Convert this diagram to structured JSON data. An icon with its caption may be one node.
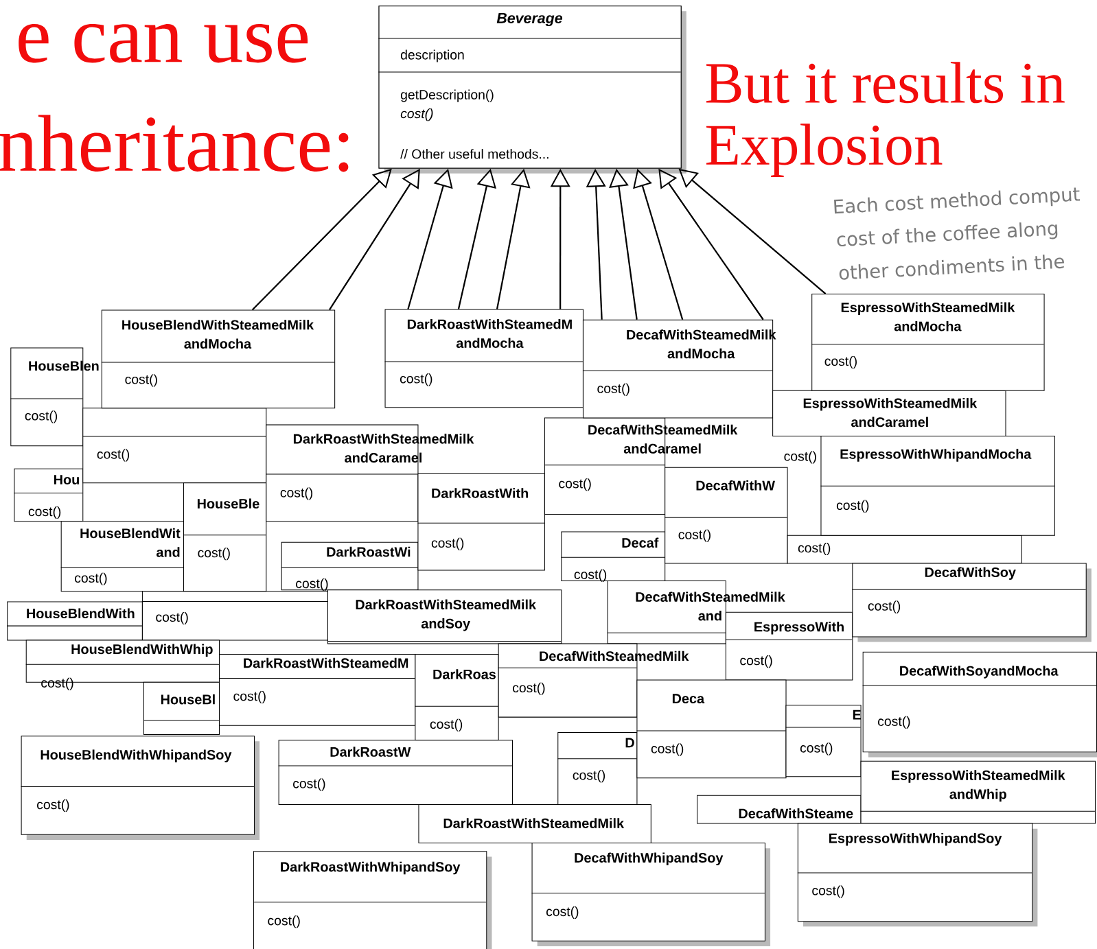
{
  "diagram": {
    "nodes": [
      {
        "text": [
          "Beverage",
          "description",
          "getDescription()",
          "cost()",
          "// Other useful methods..."
        ]
      },
      {
        "text": [
          "HouseBlendWithSteamedMilk andMocha",
          "cost()"
        ]
      },
      {
        "text": [
          "DarkRoastWithSteamedM andMocha",
          "cost()"
        ]
      },
      {
        "text": [
          "DecafWithSteamedMilk andMocha",
          "cost()"
        ]
      },
      {
        "text": [
          "EspressoWithSteamedMilk andMocha",
          "cost()"
        ]
      },
      {
        "text": [
          "HouseBlen",
          "cost()"
        ]
      },
      {
        "text": [
          "cost()"
        ]
      },
      {
        "text": [
          "EspressoWithSteamedMilk andCaramel",
          "cost()"
        ]
      },
      {
        "text": [
          "DecafWithSteamedMilk andCaramel",
          "cost()"
        ]
      },
      {
        "text": [
          "DarkRoastWithSteamedMilk andCaramel",
          "cost()"
        ]
      },
      {
        "text": [
          "EspressoWithWhipandMocha",
          "cost()"
        ]
      },
      {
        "text": [
          "Hou",
          "cost()"
        ]
      },
      {
        "text": [
          "DecafWithW",
          "cost()"
        ]
      },
      {
        "text": [
          "DarkRoastWith",
          "cost()"
        ]
      },
      {
        "text": [
          "HouseBle",
          "cost()"
        ]
      },
      {
        "text": [
          "HouseBlendWit and",
          "cost()"
        ]
      },
      {
        "text": [
          "Decaf",
          "cost()"
        ]
      },
      {
        "text": [
          "DarkRoastWi",
          "cost()"
        ]
      },
      {
        "text": [
          "cost()"
        ]
      },
      {
        "text": [
          "DecafWithSoy",
          "cost()"
        ]
      },
      {
        "text": [
          "cost()"
        ]
      },
      {
        "text": [
          "DecafWithSteamedMilk and"
        ]
      },
      {
        "text": [
          "DarkRoastWithSteamedMilk andSoy"
        ]
      },
      {
        "text": [
          "HouseBlendWith"
        ]
      },
      {
        "text": [
          "EspressoWith",
          "cost()"
        ]
      },
      {
        "text": [
          "HouseBlendWithWhip",
          "cost()"
        ]
      },
      {
        "text": [
          "DecafWithSteamedMilk",
          "cost()"
        ]
      },
      {
        "text": [
          "DarkRoastWithSteamedM",
          "cost()"
        ]
      },
      {
        "text": [
          "DarkRoas",
          "cost()"
        ]
      },
      {
        "text": [
          "DecafWithSoyandMocha",
          "cost()"
        ]
      },
      {
        "text": [
          "HouseBl"
        ]
      },
      {
        "text": [
          "Deca",
          "cost()"
        ]
      },
      {
        "text": [
          "E",
          "cost()"
        ]
      },
      {
        "text": [
          "D",
          "cost()"
        ]
      },
      {
        "text": [
          "HouseBlendWithWhipandSoy",
          "cost()"
        ]
      },
      {
        "text": [
          "DarkRoastW",
          "cost()"
        ]
      },
      {
        "text": [
          "EspressoWithSteamedMilk andWhip"
        ]
      },
      {
        "text": [
          "DecafWithSteame"
        ]
      },
      {
        "text": [
          "DarkRoastWithSteamedMilk"
        ]
      },
      {
        "text": [
          "DarkRoastWithWhipandSoy",
          "cost()"
        ]
      },
      {
        "text": [
          "DecafWithWhipandSoy",
          "cost()"
        ]
      },
      {
        "text": [
          "EspressoWithWhipandSoy",
          "cost()"
        ]
      }
    ],
    "edges": [
      {
        "from": 1,
        "to": 0,
        "arrow": "to"
      },
      {
        "from": 1,
        "to": 0,
        "arrow": "to"
      },
      {
        "from": 2,
        "to": 0,
        "arrow": "to"
      },
      {
        "from": 2,
        "to": 0,
        "arrow": "to"
      },
      {
        "from": 2,
        "to": 0,
        "arrow": "to"
      },
      {
        "from": 2,
        "to": 0,
        "arrow": "to"
      },
      {
        "from": 3,
        "to": 0,
        "arrow": "to"
      },
      {
        "from": 3,
        "to": 0,
        "arrow": "to"
      },
      {
        "from": 3,
        "to": 0,
        "arrow": "to"
      },
      {
        "from": 3,
        "to": 0,
        "arrow": "to"
      },
      {
        "from": 4,
        "to": 0,
        "arrow": "to"
      }
    ],
    "labels": [
      "e can use",
      "nheritance:",
      "But it results in",
      "Explosion",
      "Each cost method comput",
      "cost of the coffee along",
      "other condiments in the"
    ]
  }
}
